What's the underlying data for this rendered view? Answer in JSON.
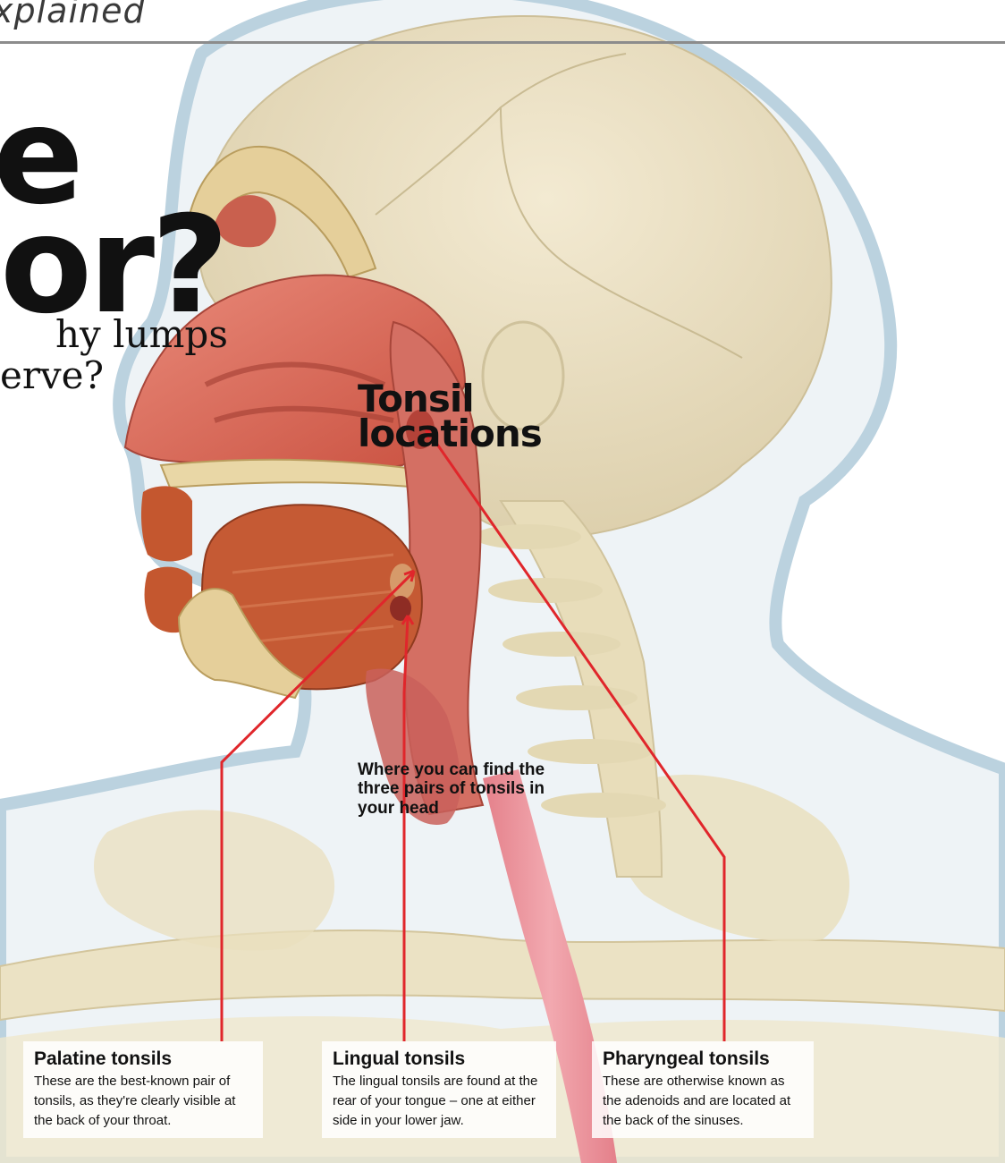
{
  "header": {
    "section_tag": "xplained",
    "headline_line1": "e",
    "headline_line2": "or?",
    "standfirst_line1": "hy lumps",
    "standfirst_line2": "erve?"
  },
  "tonsil_locations": {
    "title_line1": "Tonsil",
    "title_line2": "locations",
    "subtitle": "Where you can find the three pairs of tonsils in your head"
  },
  "labels": [
    {
      "title": "Palatine tonsils",
      "text": "These are the best-known pair of tonsils, as they're clearly visible at the back of your throat."
    },
    {
      "title": "Lingual tonsils",
      "text": "The lingual tonsils are found at the rear of your tongue – one at either side in your lower jaw."
    },
    {
      "title": "Pharyngeal tonsils",
      "text": "These are otherwise known as the adenoids and are located at the back of the sinuses."
    }
  ],
  "colors": {
    "pointer": "#e0262b",
    "skull": "#ede3c6",
    "flesh": "#d9695a",
    "muscle": "#c8572e",
    "skin_outline": "#a8c4d4"
  }
}
